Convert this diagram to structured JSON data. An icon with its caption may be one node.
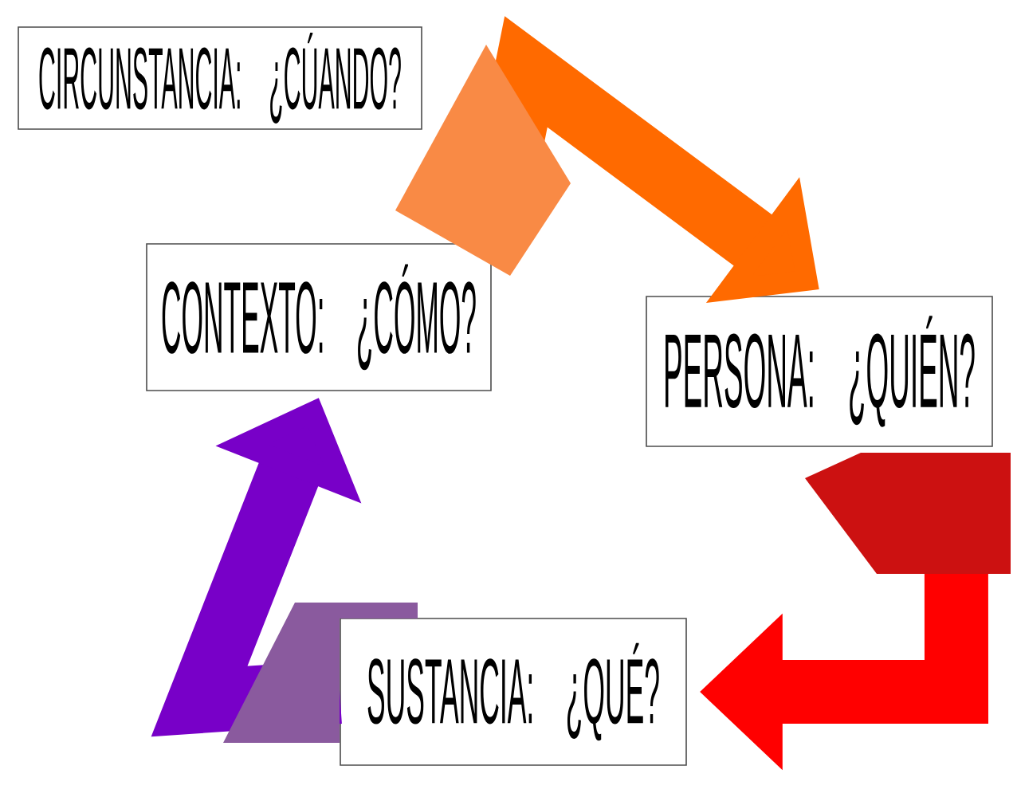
{
  "diagram": {
    "nodes": [
      {
        "text": [
          "CIRCUNSTANCIA: ¿CÚANDO?"
        ]
      },
      {
        "text": [
          "CONTEXTO: ¿CÓMO?"
        ]
      },
      {
        "text": [
          "PERSONA: ¿QUIÉN?"
        ]
      },
      {
        "text": [
          "SUSTANCIA: ¿QUÉ?"
        ]
      }
    ],
    "edges": [
      {
        "from": 1,
        "to": 2,
        "arrow": "to",
        "color": "#ff6a00"
      },
      {
        "from": 2,
        "to": 3,
        "arrow": "to",
        "color": "#ff0000"
      },
      {
        "from": 3,
        "to": 1,
        "arrow": "to",
        "color": "#7800c8"
      }
    ]
  }
}
